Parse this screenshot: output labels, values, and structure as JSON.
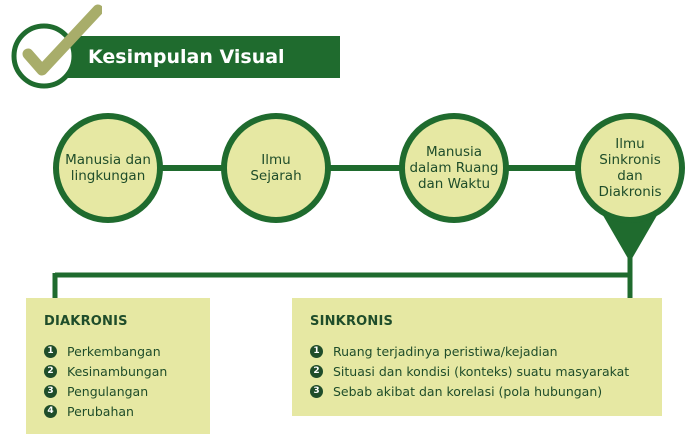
{
  "header": {
    "title": "Kesimpulan Visual"
  },
  "nodes": [
    {
      "label": "Manusia dan lingkungan"
    },
    {
      "label": "Ilmu Sejarah"
    },
    {
      "label": "Manusia dalam Ruang dan Waktu"
    },
    {
      "label": "Ilmu Sinkronis dan Diakronis"
    }
  ],
  "diakronis": {
    "title": "DIAKRONIS",
    "items": [
      {
        "num": "1",
        "text": "Perkembangan"
      },
      {
        "num": "2",
        "text": "Kesinambungan"
      },
      {
        "num": "3",
        "text": "Pengulangan"
      },
      {
        "num": "4",
        "text": "Perubahan"
      }
    ]
  },
  "sinkronis": {
    "title": "SINKRONIS",
    "items": [
      {
        "num": "1",
        "text": "Ruang terjadinya peristiwa/kejadian"
      },
      {
        "num": "2",
        "text": "Situasi dan kondisi (konteks) suatu masyarakat"
      },
      {
        "num": "3",
        "text": "Sebab akibat dan korelasi (pola hubungan)"
      }
    ]
  },
  "colors": {
    "dark_green": "#1f6b2e",
    "circle_fill": "#e6e8a3",
    "box_fill": "#e6e8a3",
    "check_accent": "#a8ad6a"
  }
}
